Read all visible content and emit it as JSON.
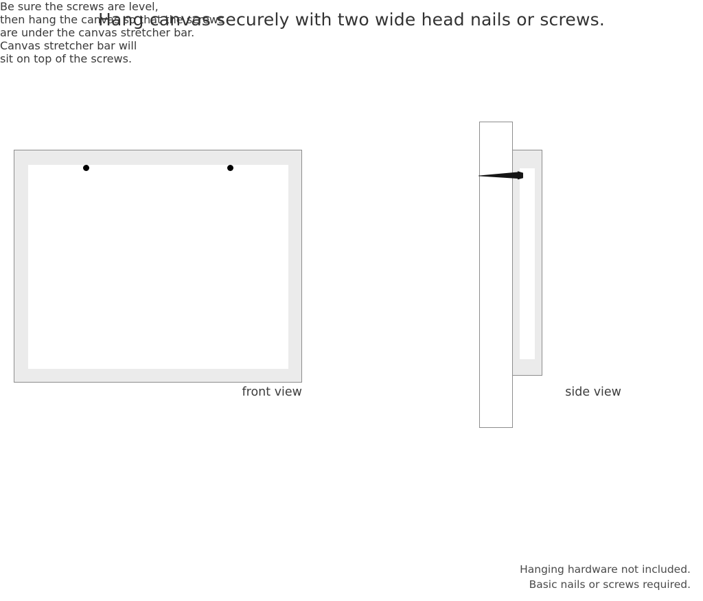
{
  "headline": "Hang canvas securely with two wide head nails or screws.",
  "front_section": {
    "caption_lines": [
      "Be sure the screws are level,",
      "then hang the canvas so that the screws",
      "are under the canvas stretcher bar."
    ],
    "view_label": "front view",
    "screw_dot_count": 2
  },
  "side_section": {
    "caption_lines": [
      "Canvas stretcher bar will",
      "sit on top of the screws."
    ],
    "view_label": "side view"
  },
  "footer_lines": [
    "Hanging hardware not included.",
    "Basic nails or screws required."
  ],
  "colors": {
    "background": "#ffffff",
    "frame_fill": "#ebebeb",
    "frame_stroke": "#8c8c8c",
    "canvas_face": "#ffffff",
    "screw": "#151515",
    "text": "#3d3d3d"
  }
}
